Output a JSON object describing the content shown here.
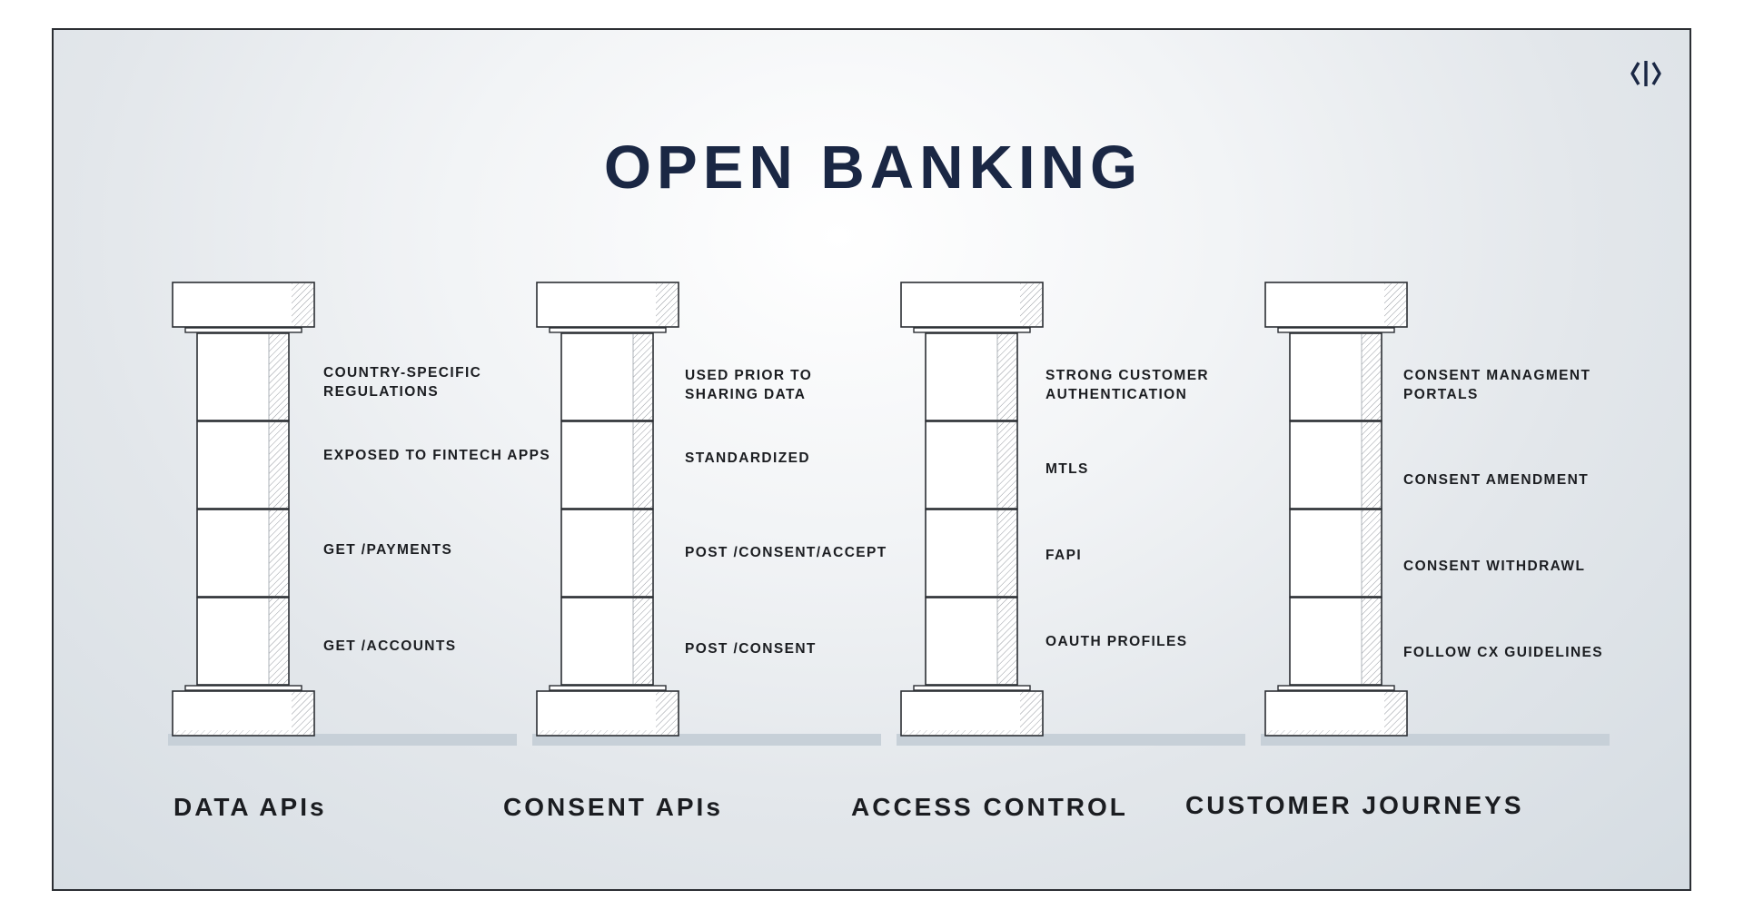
{
  "title": "OPEN BANKING",
  "logo": {
    "icon": "code-brackets-logo-icon",
    "color": "#1a2744"
  },
  "colors": {
    "title": "#1a2744",
    "text": "#1b1d21",
    "ground": "#c7d0d8"
  },
  "pillars": [
    {
      "category": "DATA APIs",
      "labels": [
        "COUNTRY-SPECIFIC\nREGULATIONS",
        "EXPOSED TO FINTECH APPS",
        "GET /PAYMENTS",
        "GET /ACCOUNTS"
      ]
    },
    {
      "category": "CONSENT APIs",
      "labels": [
        "USED PRIOR TO\nSHARING DATA",
        "STANDARDIZED",
        "POST /CONSENT/ACCEPT",
        "POST /CONSENT"
      ]
    },
    {
      "category": "ACCESS CONTROL",
      "labels": [
        "STRONG CUSTOMER\nAUTHENTICATION",
        "MTLS",
        "FAPI",
        "OAUTH PROFILES"
      ]
    },
    {
      "category": "CUSTOMER JOURNEYS",
      "labels": [
        "CONSENT MANAGMENT\nPORTALS",
        "CONSENT AMENDMENT",
        "CONSENT WITHDRAWL",
        "FOLLOW CX GUIDELINES"
      ]
    }
  ]
}
